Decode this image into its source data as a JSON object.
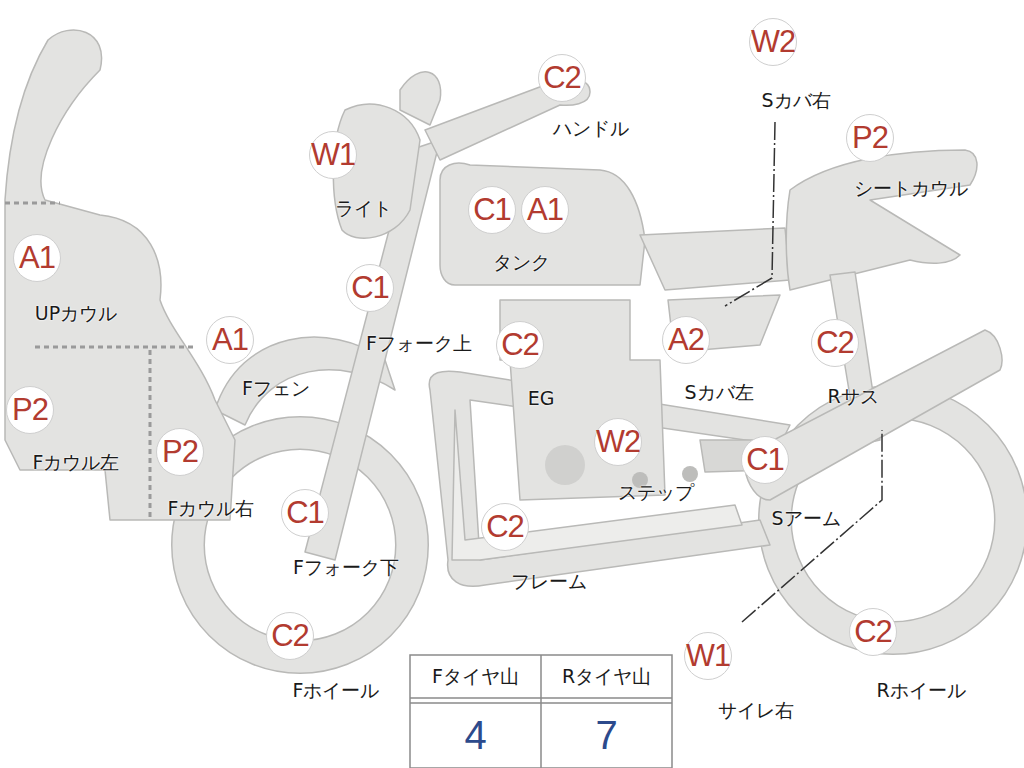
{
  "diagram": {
    "nodes": [
      {
        "text": [
          "C2",
          "ハンドル"
        ]
      },
      {
        "text": [
          "W2",
          "Sカバ右"
        ]
      },
      {
        "text": [
          "W1",
          "ライト"
        ]
      },
      {
        "text": [
          "P2",
          "シートカウル"
        ]
      },
      {
        "text": [
          "C1"
        ]
      },
      {
        "text": [
          "A1",
          "タンク"
        ]
      },
      {
        "text": [
          "A1",
          "UPカウル"
        ]
      },
      {
        "text": [
          "C1",
          "Fフォーク上"
        ]
      },
      {
        "text": [
          "A1",
          "Fフェン"
        ]
      },
      {
        "text": [
          "C2",
          "EG"
        ]
      },
      {
        "text": [
          "A2",
          "Sカバ左"
        ]
      },
      {
        "text": [
          "C2",
          "Rサス"
        ]
      },
      {
        "text": [
          "P2",
          "Fカウル左"
        ]
      },
      {
        "text": [
          "P2",
          "Fカウル右"
        ]
      },
      {
        "text": [
          "W2",
          "ステップ"
        ]
      },
      {
        "text": [
          "C1",
          "Sアーム"
        ]
      },
      {
        "text": [
          "C1",
          "Fフォーク下"
        ]
      },
      {
        "text": [
          "C2",
          "フレーム"
        ]
      },
      {
        "text": [
          "C2",
          "Fホイール"
        ]
      },
      {
        "text": [
          "W1",
          "サイレ右"
        ]
      },
      {
        "text": [
          "C2",
          "Rホイール"
        ]
      }
    ],
    "labels": [
      "Fタイヤ山",
      "Rタイヤ山",
      "4",
      "7"
    ]
  }
}
